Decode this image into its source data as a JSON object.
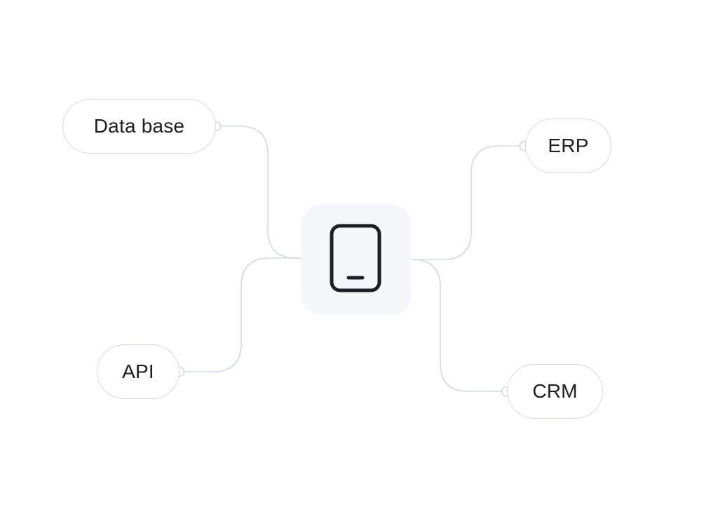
{
  "diagram": {
    "hub": {
      "icon": "smartphone-icon"
    },
    "nodes": {
      "database": {
        "label": "Data base"
      },
      "erp": {
        "label": "ERP"
      },
      "api": {
        "label": "API"
      },
      "crm": {
        "label": "CRM"
      }
    },
    "colors": {
      "connector": "#d3d8e2",
      "hub_background": "#f5f7fa",
      "text": "#1d1f24",
      "icon": "#1d1f24"
    }
  }
}
